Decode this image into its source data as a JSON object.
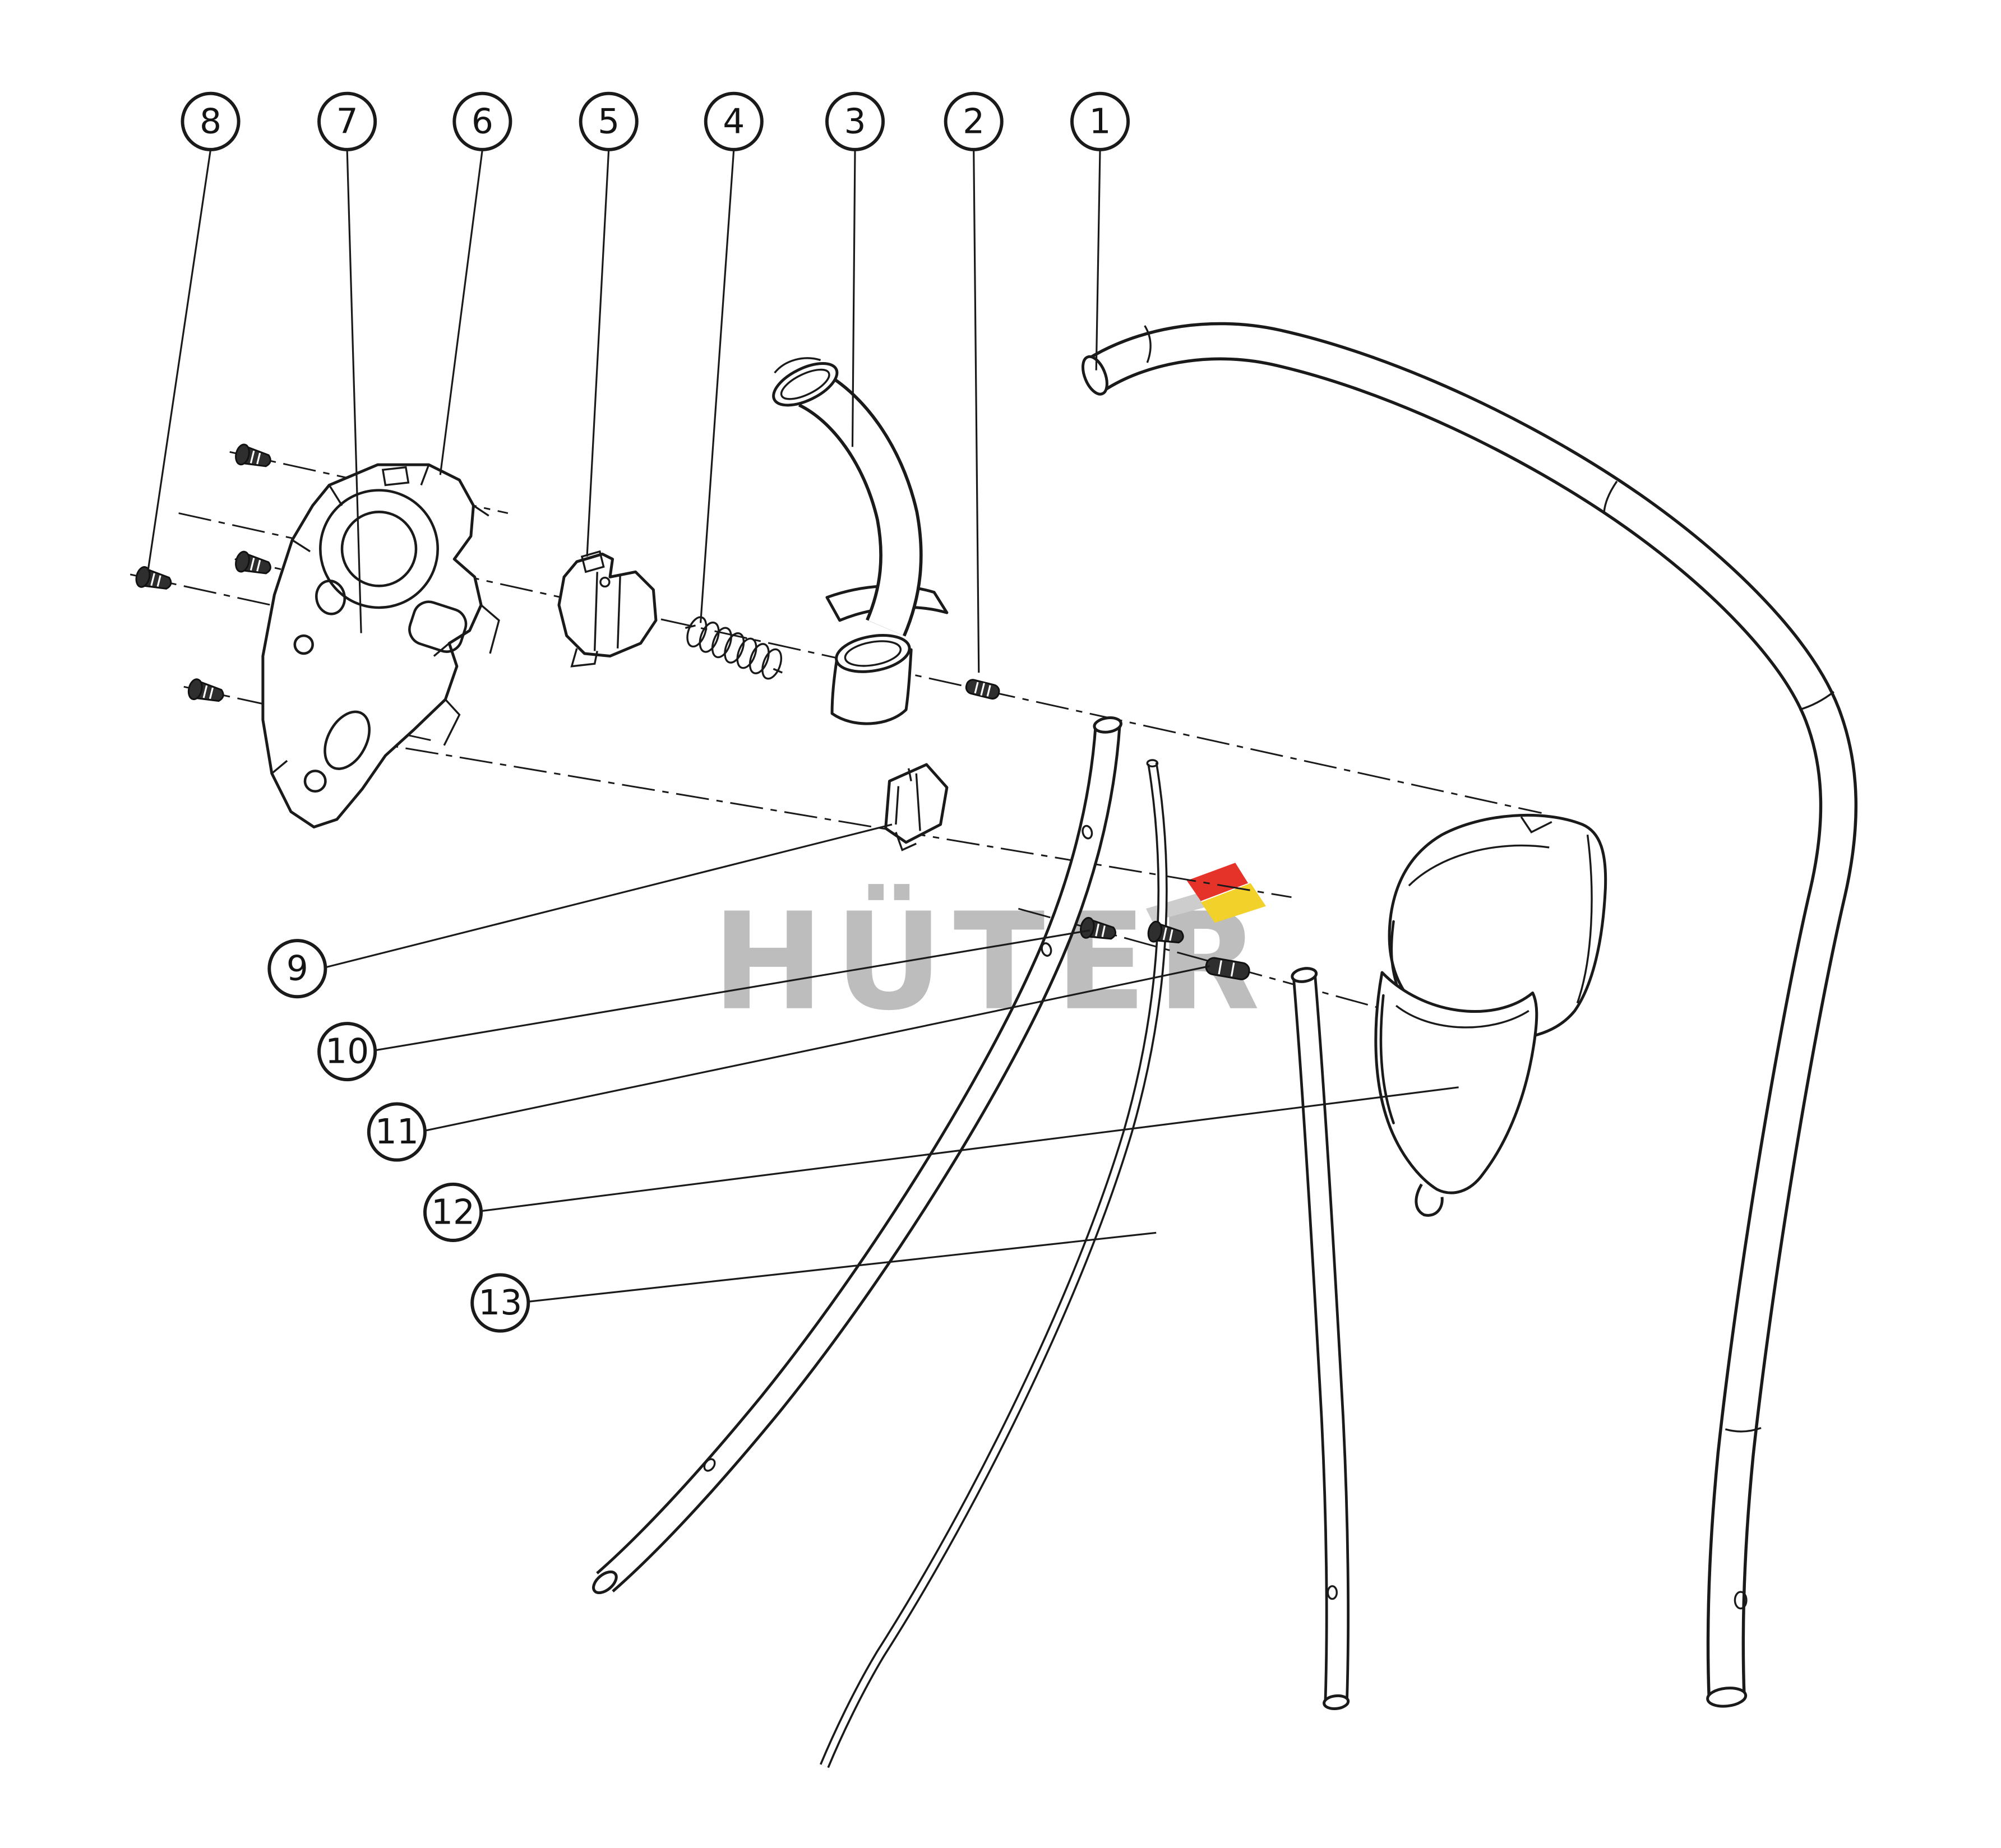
{
  "diagram": {
    "background": "#ffffff",
    "line_color": "#1a1a1a",
    "balloons": [
      {
        "label": "1"
      },
      {
        "label": "2"
      },
      {
        "label": "3"
      },
      {
        "label": "4"
      },
      {
        "label": "5"
      },
      {
        "label": "6"
      },
      {
        "label": "7"
      },
      {
        "label": "8"
      },
      {
        "label": "9"
      },
      {
        "label": "10"
      },
      {
        "label": "11"
      },
      {
        "label": "12"
      },
      {
        "label": "13"
      }
    ]
  },
  "watermark": {
    "text": "HÜTER",
    "color": "#bdbdbd",
    "flag_gray": "#cdcdcd",
    "flag_red": "#e63329",
    "flag_yellow": "#f2d12b"
  }
}
